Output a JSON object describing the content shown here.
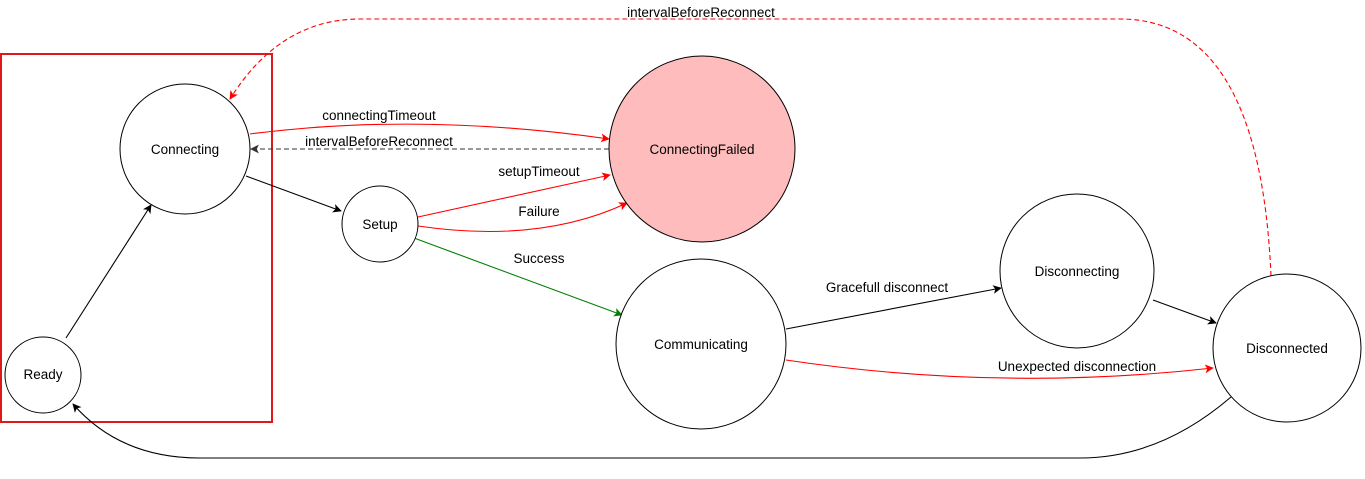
{
  "colors": {
    "black": "#000000",
    "red": "#ff0000",
    "darkred": "#e02020",
    "green": "#008000",
    "failed_fill": "#ffbcbc",
    "dashed_gray": "#333333",
    "highlight_box": "#e01818"
  },
  "nodes": {
    "ready": "Ready",
    "connecting": "Connecting",
    "setup": "Setup",
    "connecting_failed": "ConnectingFailed",
    "communicating": "Communicating",
    "disconnecting": "Disconnecting",
    "disconnected": "Disconnected"
  },
  "edges": {
    "connecting_timeout": "connectingTimeout",
    "interval_before_reconnect_short": "intervalBeforeReconnect",
    "setup_timeout": "setupTimeout",
    "failure": "Failure",
    "success": "Success",
    "gracefull_disconnect": "Gracefull disconnect",
    "unexpected_disconnection": "Unexpected disconnection",
    "interval_before_reconnect_long": "intervalBeforeReconnect"
  }
}
